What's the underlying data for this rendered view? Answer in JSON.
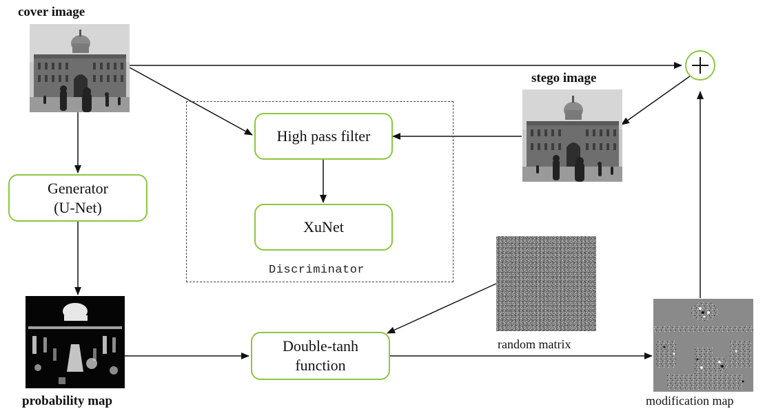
{
  "captions": {
    "cover_image": "cover image",
    "stego_image": "stego image",
    "probability_map": "probability map",
    "random_matrix": "random matrix",
    "modification_map": "modification map"
  },
  "nodes": {
    "generator": [
      "Generator",
      "(U-Net)"
    ],
    "high_pass_filter": "High pass filter",
    "xunet": "XuNet",
    "double_tanh": [
      "Double-tanh",
      "function"
    ]
  },
  "discriminator_label": "Discriminator",
  "colors": {
    "node_border": "#8cc63f",
    "adder_border": "#8cc63f",
    "arrow": "#111111"
  }
}
